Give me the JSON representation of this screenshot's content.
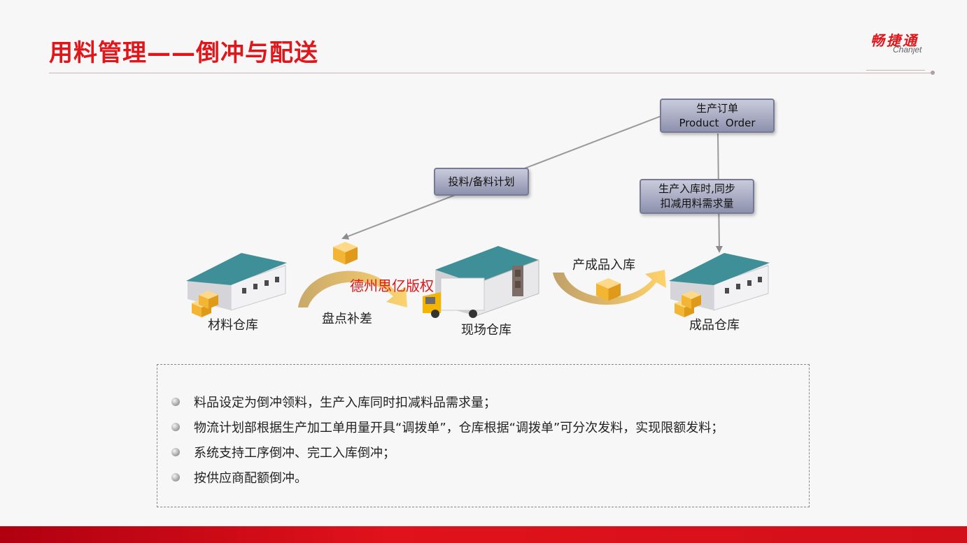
{
  "title": "用料管理——倒冲与配送",
  "logo": {
    "cn": "畅捷通",
    "en": "Chanjet"
  },
  "boxes": {
    "order": [
      "生产订单",
      "Product  Order"
    ],
    "plan": [
      "投料/备料计划"
    ],
    "deduct": [
      "生产入库时,同步",
      "扣减用料需求量"
    ]
  },
  "labels": {
    "material_warehouse": "材料仓库",
    "site_warehouse": "现场仓库",
    "finished_warehouse": "成品仓库",
    "count_adjust": "盘点补差",
    "product_in": "产成品入库"
  },
  "watermark": "德州思亿版权",
  "bullets": [
    "料品设定为倒冲领料，生产入库同时扣减料品需求量；",
    "物流计划部根据生产加工单用量开具“调拨单”，仓库根据“调拨单”可分次发料，实现限额发料；",
    "系统支持工序倒冲、完工入库倒冲；",
    "按供应商配额倒冲。"
  ],
  "colors": {
    "accent": "#e0161b",
    "box_fill": "#a7a9c2",
    "roof": "#3f8f98",
    "arrow_gold": "#d8b46a"
  }
}
